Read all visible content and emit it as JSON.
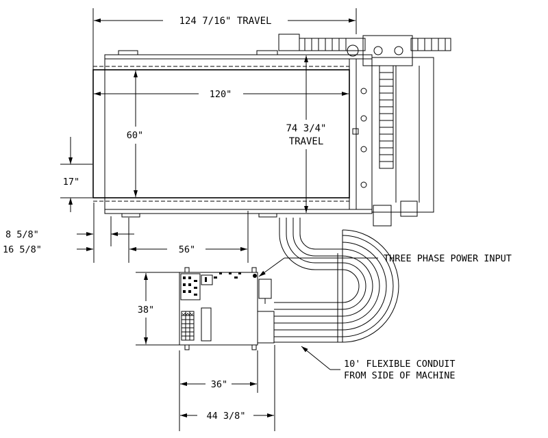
{
  "dimensions": {
    "x_travel": "124 7/16\" TRAVEL",
    "table_length": "120\"",
    "table_width": "60\"",
    "y_travel_line1": "74 3/4\"",
    "y_travel_line2": "TRAVEL",
    "offset_17": "17\"",
    "offset_8_5_8": "8 5/8\"",
    "offset_16_5_8": "16 5/8\"",
    "offset_56": "56\"",
    "cabinet_depth": "38\"",
    "cabinet_width": "36\"",
    "cabinet_overall": "44 3/8\""
  },
  "callouts": {
    "power_input": "THREE PHASE POWER INPUT",
    "conduit_line1": "10' FLEXIBLE CONDUIT",
    "conduit_line2": "FROM SIDE OF MACHINE"
  },
  "colors": {
    "line": "#000000",
    "background": "#ffffff"
  }
}
